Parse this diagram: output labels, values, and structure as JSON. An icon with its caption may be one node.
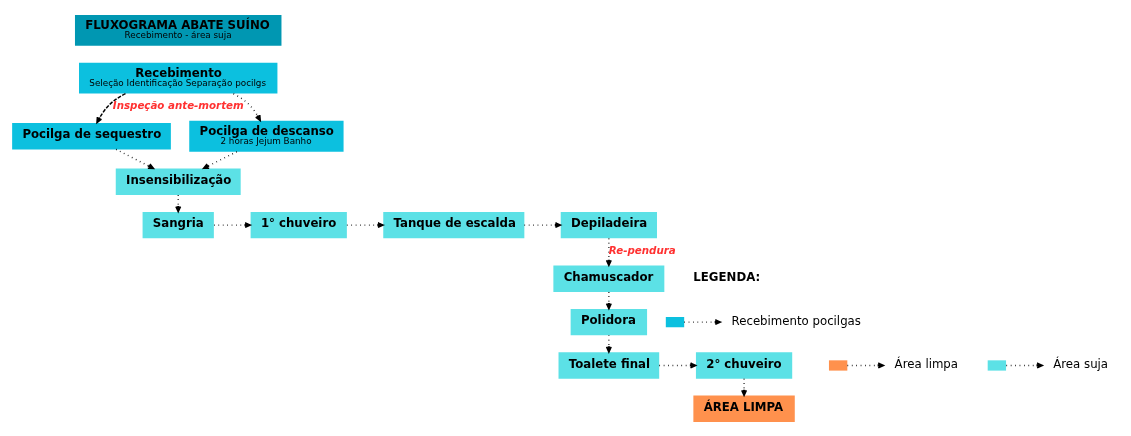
{
  "diagram": {
    "nodes": [
      {
        "text": [
          "FLUXOGRAMA ABATE SUÍNO",
          "Recebimento - área suja"
        ]
      },
      {
        "text": [
          "Recebimento",
          "Seleção Identificação Separação pocilgs"
        ]
      },
      {
        "text": [
          "Pocilga de sequestro"
        ]
      },
      {
        "text": [
          "Pocilga de descanso",
          "2 horas Jejum Banho"
        ]
      },
      {
        "text": [
          "Insensibilização"
        ]
      },
      {
        "text": [
          "Sangria"
        ]
      },
      {
        "text": [
          "1° chuveiro"
        ]
      },
      {
        "text": [
          "Tanque de escalda"
        ]
      },
      {
        "text": [
          "Depiladeira"
        ]
      },
      {
        "text": [
          "Chamuscador"
        ]
      },
      {
        "text": [
          "Polidora"
        ]
      },
      {
        "text": [
          "Toalete final"
        ]
      },
      {
        "text": [
          "2° chuveiro"
        ]
      },
      {
        "text": [
          "ÁREA LIMPA"
        ]
      }
    ],
    "edges": [
      {
        "from": 1,
        "to": 2,
        "arrow": "to",
        "label": "Inspeção ante-mortem",
        "style": "dashed"
      },
      {
        "from": 1,
        "to": 3,
        "arrow": "to"
      },
      {
        "from": 2,
        "to": 4,
        "arrow": "to"
      },
      {
        "from": 3,
        "to": 4,
        "arrow": "to"
      },
      {
        "from": 4,
        "to": 5,
        "arrow": "to"
      },
      {
        "from": 5,
        "to": 6,
        "arrow": "to"
      },
      {
        "from": 6,
        "to": 7,
        "arrow": "to"
      },
      {
        "from": 7,
        "to": 8,
        "arrow": "to"
      },
      {
        "from": 8,
        "to": 9,
        "arrow": "to",
        "label": "Re-pendura"
      },
      {
        "from": 9,
        "to": 10,
        "arrow": "to"
      },
      {
        "from": 10,
        "to": 11,
        "arrow": "to"
      },
      {
        "from": 11,
        "to": 12,
        "arrow": "to"
      },
      {
        "from": 12,
        "to": 13,
        "arrow": "to"
      }
    ],
    "labels": [
      "LEGENDA:"
    ],
    "legend": [
      {
        "text": "Recebimento pocilgas",
        "color": "#0cc0df"
      },
      {
        "text": "Área limpa",
        "color": "#ff914d"
      },
      {
        "text": "Área suja",
        "color": "#5ce1e6"
      }
    ]
  }
}
